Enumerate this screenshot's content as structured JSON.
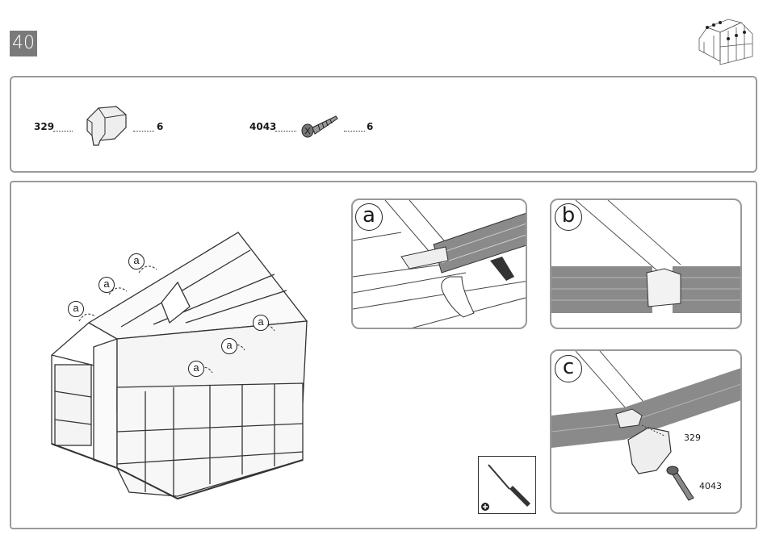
{
  "page": {
    "number": "40"
  },
  "parts": [
    {
      "id": "329",
      "qty": "6",
      "icon": "end-cap-icon"
    },
    {
      "id": "4043",
      "qty": "6",
      "icon": "screw-icon"
    }
  ],
  "main_label": "a",
  "details": [
    {
      "label": "a"
    },
    {
      "label": "b"
    },
    {
      "label": "c",
      "callouts": [
        "329",
        "4043"
      ]
    }
  ],
  "tool": {
    "icon": "screwdriver-icon"
  }
}
